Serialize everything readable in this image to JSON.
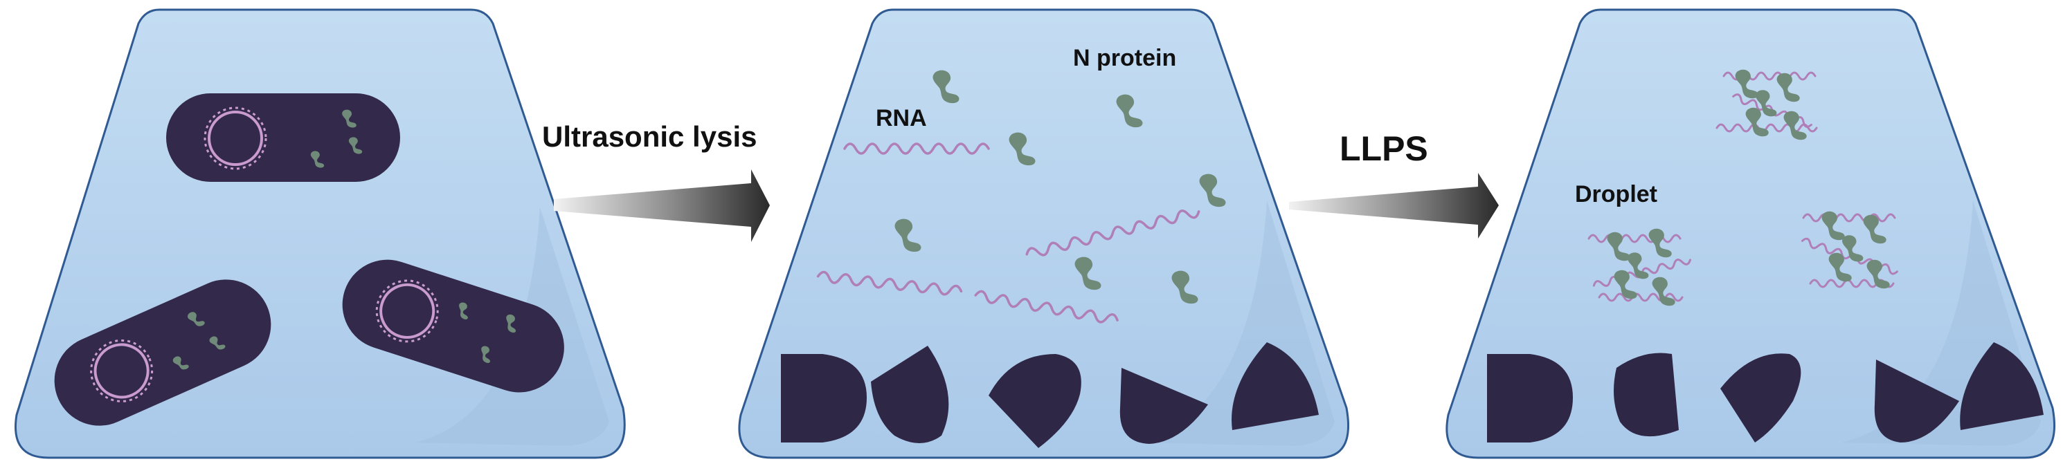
{
  "labels": {
    "step1": "Ultrasonic lysis",
    "step2": "LLPS",
    "rna": "RNA",
    "n_protein": "N protein",
    "droplet": "Droplet"
  },
  "colors": {
    "tube_fill": "#b7d3ee",
    "tube_stroke": "#2f5a92",
    "tube_shade": "#9fbfe0",
    "cell_body": "#33294a",
    "protein": "#6f8a78",
    "rna": "#b07fb8",
    "plasmid": "#c99bcf",
    "debris": "#2f2746",
    "arrow_dark": "#2a2a2a",
    "arrow_light": "#f2f2f2"
  },
  "icons": {
    "cell": "bacterial-cell-icon",
    "plasmid": "plasmid-ring-icon",
    "protein": "n-protein-icon",
    "rna": "rna-strand-icon",
    "debris": "cell-debris-icon",
    "arrow": "process-arrow-icon"
  }
}
